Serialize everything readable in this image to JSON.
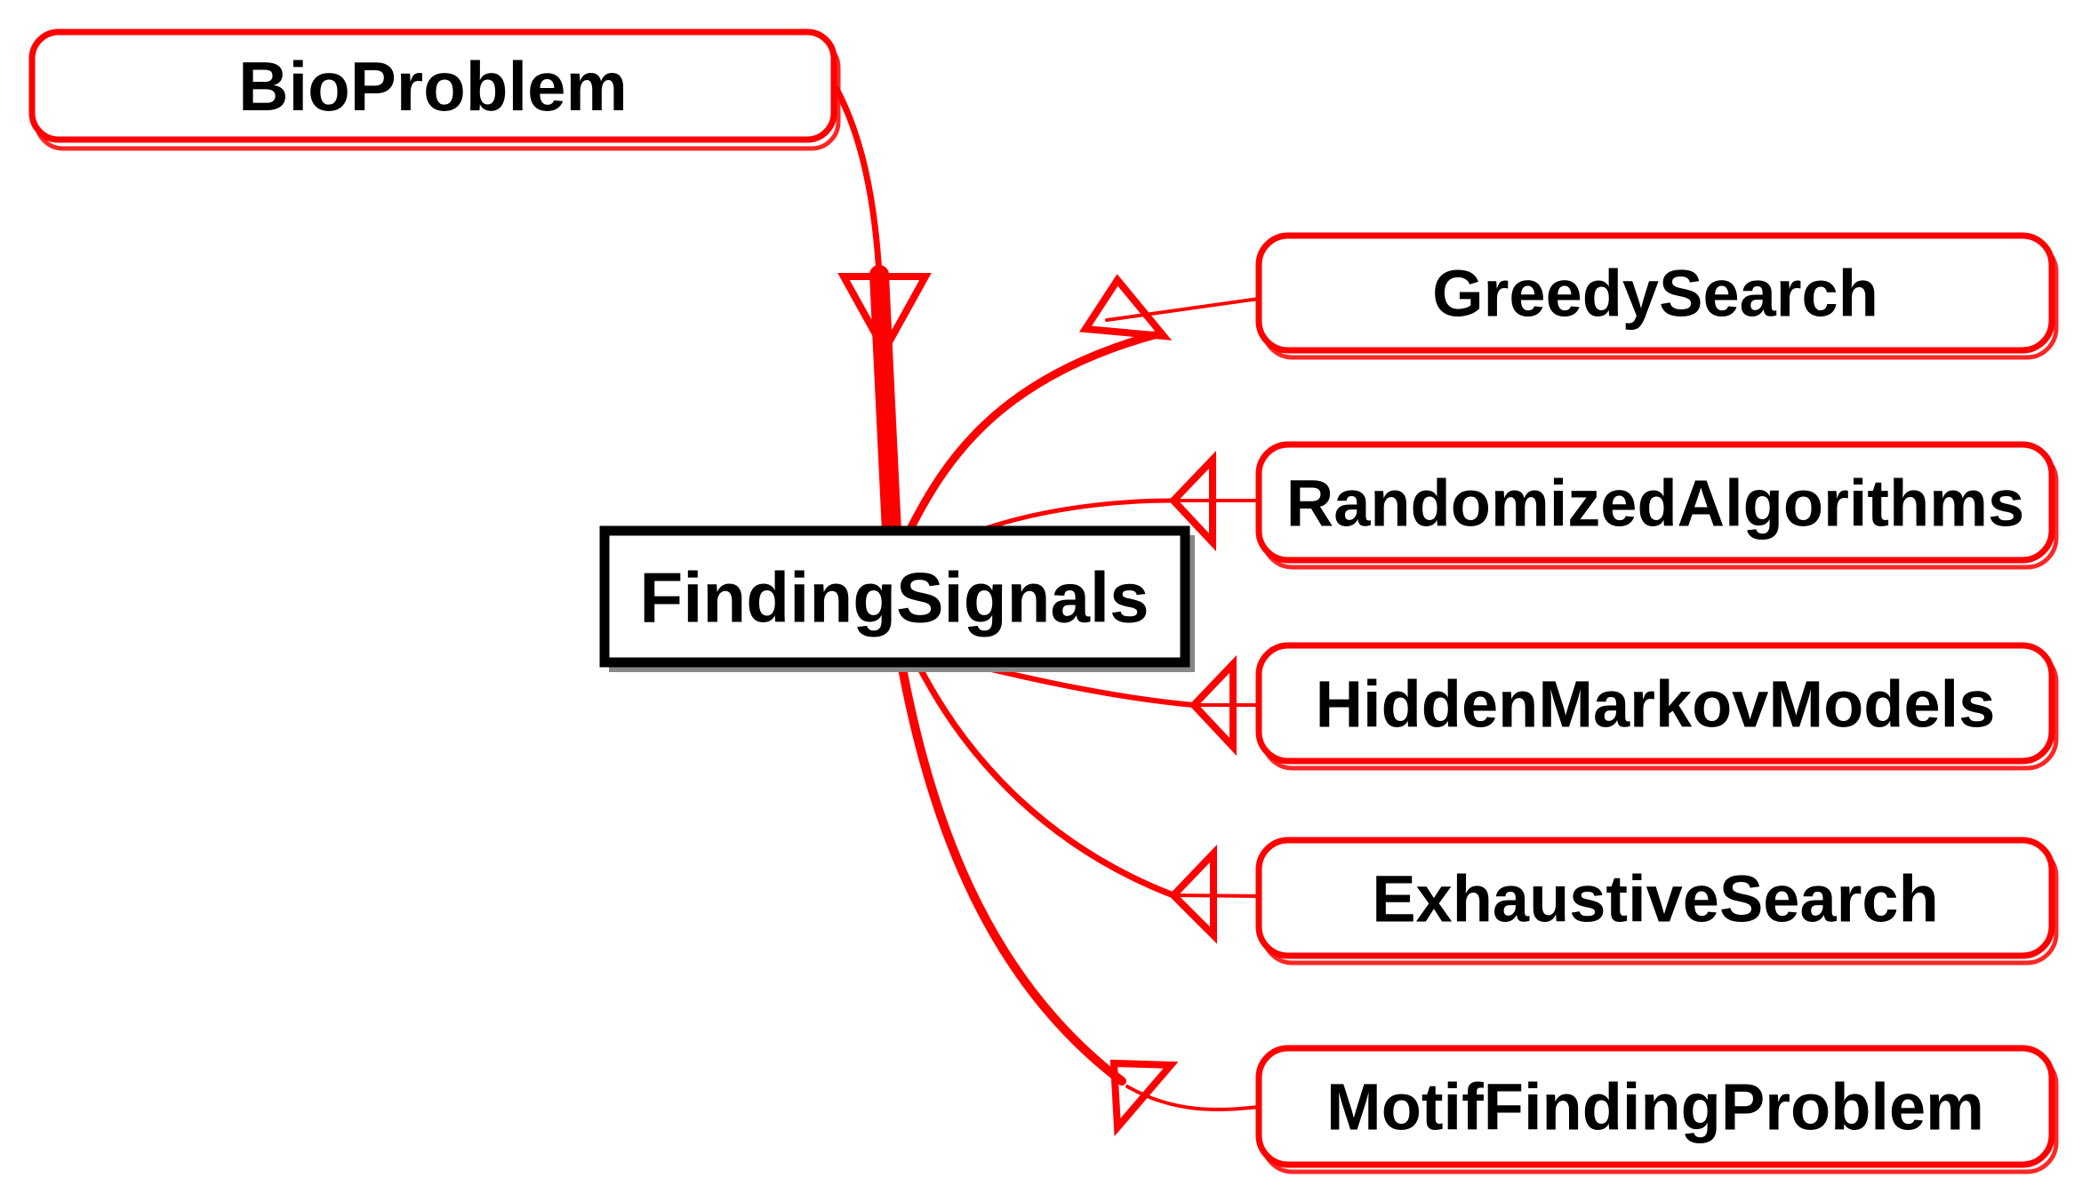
{
  "diagram": {
    "type": "mind-map",
    "background_color": "#ffffff",
    "edge_color": "#ff0000",
    "nodes": {
      "root": {
        "label": "BioProblem",
        "shape": "rounded-rectangle",
        "border_color": "#ff0000",
        "text_color": "#000000"
      },
      "center": {
        "label": "FindingSignals",
        "shape": "rectangle",
        "border_color": "#000000",
        "text_color": "#000000"
      },
      "children": [
        {
          "label": "GreedySearch",
          "shape": "rounded-rectangle",
          "border_color": "#ff0000",
          "text_color": "#000000"
        },
        {
          "label": "RandomizedAlgorithms",
          "shape": "rounded-rectangle",
          "border_color": "#ff0000",
          "text_color": "#000000"
        },
        {
          "label": "HiddenMarkovModels",
          "shape": "rounded-rectangle",
          "border_color": "#ff0000",
          "text_color": "#000000"
        },
        {
          "label": "ExhaustiveSearch",
          "shape": "rounded-rectangle",
          "border_color": "#ff0000",
          "text_color": "#000000"
        },
        {
          "label": "MotifFindingProblem",
          "shape": "rounded-rectangle",
          "border_color": "#ff0000",
          "text_color": "#000000"
        }
      ]
    },
    "edges": [
      {
        "from": "BioProblem",
        "to": "FindingSignals",
        "style": "hollow-triangle-arrow"
      },
      {
        "from": "FindingSignals",
        "to": "GreedySearch",
        "style": "hollow-triangle-arrow"
      },
      {
        "from": "FindingSignals",
        "to": "RandomizedAlgorithms",
        "style": "hollow-triangle-arrow"
      },
      {
        "from": "FindingSignals",
        "to": "HiddenMarkovModels",
        "style": "hollow-triangle-arrow"
      },
      {
        "from": "FindingSignals",
        "to": "ExhaustiveSearch",
        "style": "hollow-triangle-arrow"
      },
      {
        "from": "FindingSignals",
        "to": "MotifFindingProblem",
        "style": "hollow-triangle-arrow"
      }
    ]
  }
}
